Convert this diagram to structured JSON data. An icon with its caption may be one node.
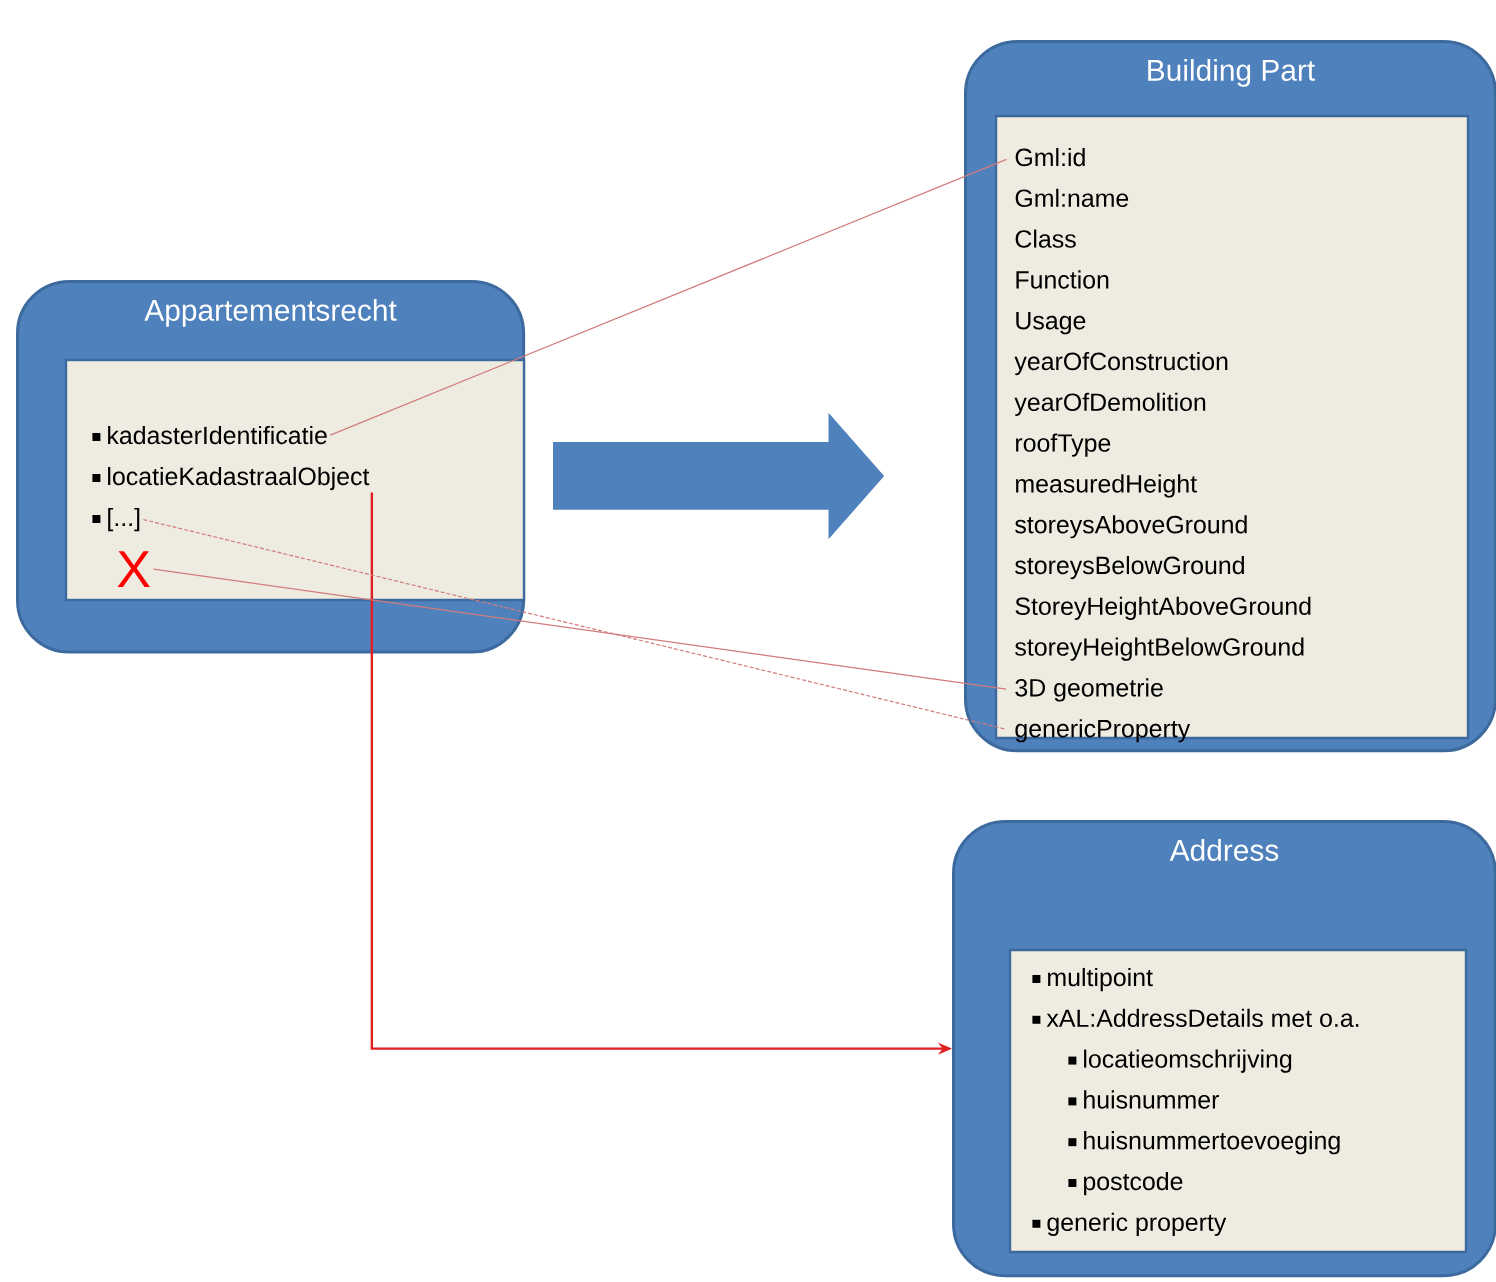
{
  "diagram": {
    "nodes": [
      {
        "text": [
          "Appartementsrecht"
        ]
      },
      {
        "text": [
          "kadasterIdentificatie"
        ],
        "in": 0
      },
      {
        "text": [
          "locatieKadastraalObject"
        ],
        "in": 0
      },
      {
        "text": [
          "[...]"
        ],
        "in": 0
      },
      {
        "text": [
          "X"
        ],
        "in": 0
      },
      {
        "text": [
          "Building Part"
        ]
      },
      {
        "text": [
          "Gml:id"
        ],
        "in": 5
      },
      {
        "text": [
          "Gml:name"
        ],
        "in": 5
      },
      {
        "text": [
          "Class"
        ],
        "in": 5
      },
      {
        "text": [
          "Function"
        ],
        "in": 5
      },
      {
        "text": [
          "Usage"
        ],
        "in": 5
      },
      {
        "text": [
          "yearOfConstruction"
        ],
        "in": 5
      },
      {
        "text": [
          "yearOfDemolition"
        ],
        "in": 5
      },
      {
        "text": [
          "roofType"
        ],
        "in": 5
      },
      {
        "text": [
          "measuredHeight"
        ],
        "in": 5
      },
      {
        "text": [
          "storeysAboveGround"
        ],
        "in": 5
      },
      {
        "text": [
          "storeysBelowGround"
        ],
        "in": 5
      },
      {
        "text": [
          "StoreyHeightAboveGround"
        ],
        "in": 5
      },
      {
        "text": [
          "storeyHeightBelowGround"
        ],
        "in": 5
      },
      {
        "text": [
          "3D geometrie"
        ],
        "in": 5
      },
      {
        "text": [
          "genericProperty"
        ],
        "in": 5
      },
      {
        "text": [
          "Address"
        ]
      },
      {
        "text": [
          "multipoint"
        ],
        "in": 21
      },
      {
        "text": [
          "xAL:AddressDetails met o.a."
        ],
        "in": 21
      },
      {
        "text": [
          "locatieomschrijving"
        ],
        "in": 21
      },
      {
        "text": [
          "huisnummer"
        ],
        "in": 21
      },
      {
        "text": [
          "huisnummertoevoeging"
        ],
        "in": 21
      },
      {
        "text": [
          "postcode"
        ],
        "in": 21
      },
      {
        "text": [
          "generic property"
        ],
        "in": 21
      }
    ],
    "edges": [
      {
        "from": 0,
        "to": 5,
        "arrow": "to",
        "style": "thick",
        "color": "#4f81bd"
      },
      {
        "from": 1,
        "to": 6,
        "arrow": "none"
      },
      {
        "from": 2,
        "to": 21,
        "arrow": "to",
        "color": "#e02020"
      },
      {
        "from": 3,
        "to": 20,
        "arrow": "none",
        "style": "dashed"
      },
      {
        "from": 4,
        "to": 19,
        "arrow": "none"
      }
    ]
  }
}
